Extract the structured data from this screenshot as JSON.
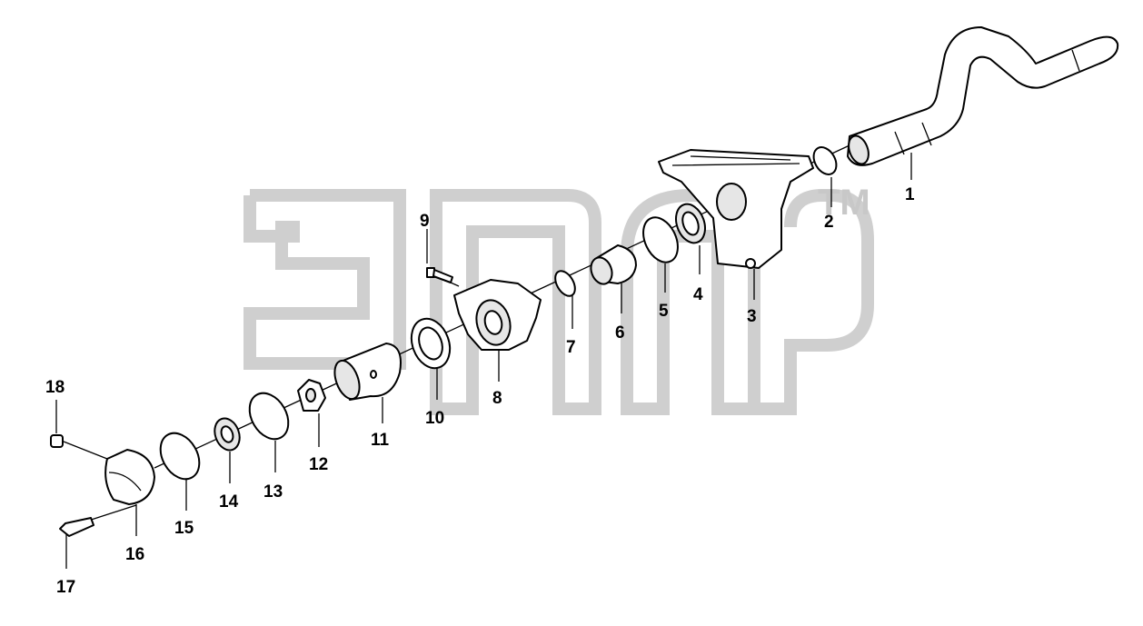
{
  "watermark": {
    "tm": "TM",
    "color": "#cfcfcf"
  },
  "callouts": [
    {
      "id": 1,
      "label": "1"
    },
    {
      "id": 2,
      "label": "2"
    },
    {
      "id": 3,
      "label": "3"
    },
    {
      "id": 4,
      "label": "4"
    },
    {
      "id": 5,
      "label": "5"
    },
    {
      "id": 6,
      "label": "6"
    },
    {
      "id": 7,
      "label": "7"
    },
    {
      "id": 8,
      "label": "8"
    },
    {
      "id": 9,
      "label": "9"
    },
    {
      "id": 10,
      "label": "10"
    },
    {
      "id": 11,
      "label": "11"
    },
    {
      "id": 12,
      "label": "12"
    },
    {
      "id": 13,
      "label": "13"
    },
    {
      "id": 14,
      "label": "14"
    },
    {
      "id": 15,
      "label": "15"
    },
    {
      "id": 16,
      "label": "16"
    },
    {
      "id": 17,
      "label": "17"
    },
    {
      "id": 18,
      "label": "18"
    }
  ]
}
